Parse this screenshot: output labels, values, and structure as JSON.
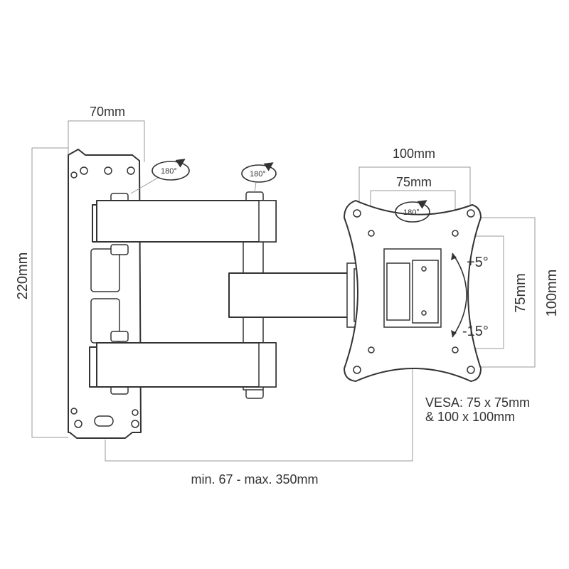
{
  "dimensions": {
    "wall_plate_width": "70mm",
    "wall_plate_height": "220mm",
    "vesa_outer_width": "100mm",
    "vesa_inner_width": "75mm",
    "vesa_inner_height": "75mm",
    "vesa_outer_height": "100mm",
    "extension_range": "min. 67 - max. 350mm"
  },
  "rotation": {
    "wall_pivot": "180°",
    "arm_pivot": "180°",
    "plate_rotation": "180°"
  },
  "tilt": {
    "up": "+5°",
    "down": "-15°"
  },
  "vesa_note": {
    "line1": "VESA: 75 x 75mm",
    "line2": "& 100 x 100mm"
  }
}
